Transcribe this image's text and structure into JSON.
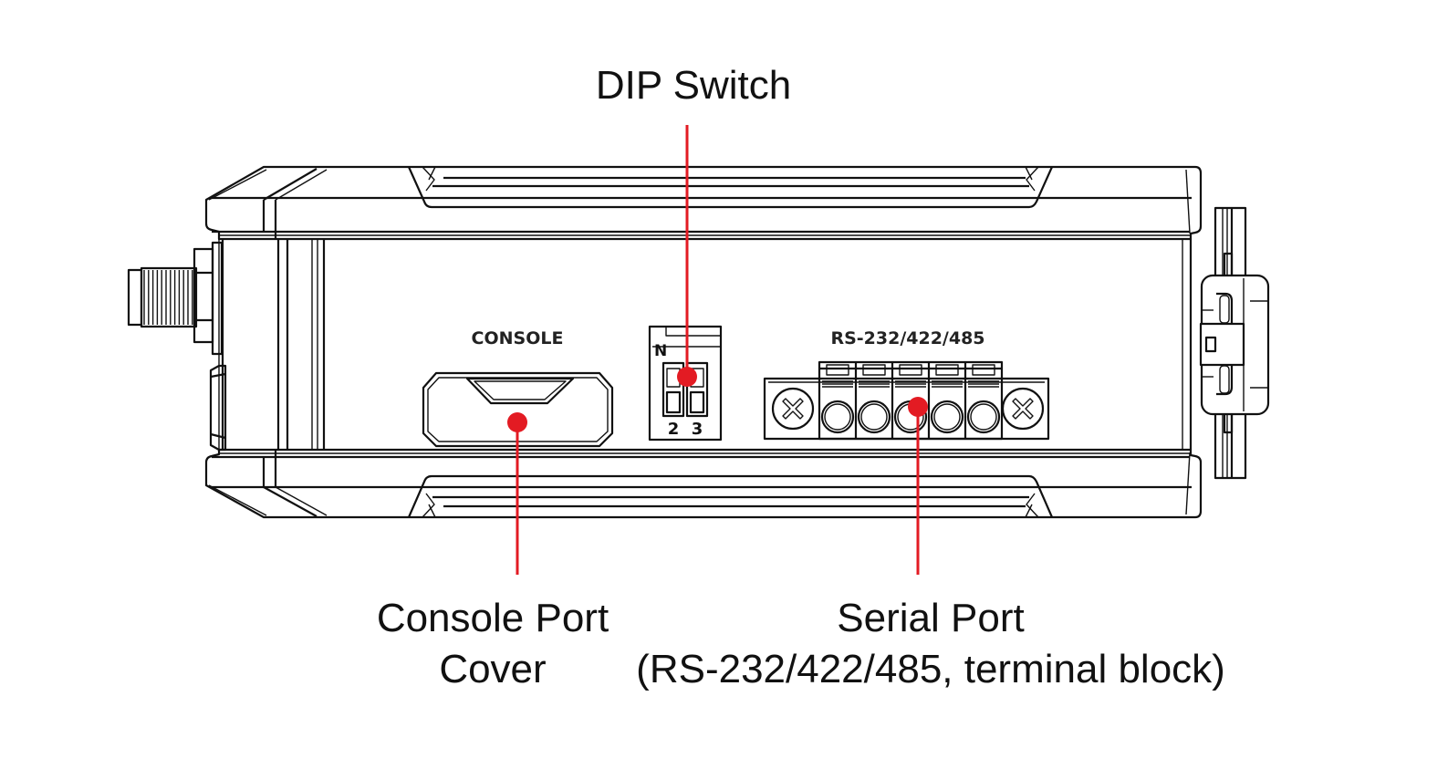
{
  "diagram": {
    "subject": "Device front panel (side view)",
    "accent_color": "#e31b23",
    "line_color": "#111111",
    "panel_markings": {
      "console": "CONSOLE",
      "serial": "RS-232/422/485",
      "dip_on_mark": "N",
      "dip_numbers": [
        "2",
        "3"
      ]
    },
    "callouts": [
      {
        "id": "dip-switch",
        "lines": [
          "DIP Switch"
        ]
      },
      {
        "id": "console-port-cover",
        "lines": [
          "Console Port",
          "Cover"
        ]
      },
      {
        "id": "serial-port",
        "lines": [
          "Serial Port",
          "(RS-232/422/485, terminal block)"
        ]
      }
    ],
    "terminal_block": {
      "terminals": 5
    }
  }
}
